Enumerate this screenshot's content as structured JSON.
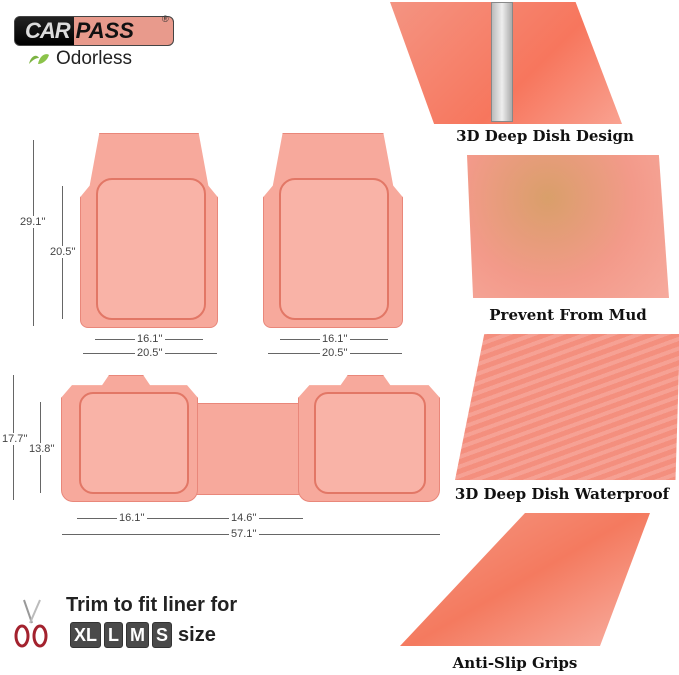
{
  "brand": {
    "logo_left": "CAR",
    "logo_right": "PASS",
    "registered": "®",
    "feature": "Odorless"
  },
  "front_mats": {
    "left": {
      "height_outer": "29.1''",
      "height_inner": "20.5''",
      "width_inner": "16.1''",
      "width_outer": "20.5''"
    },
    "right": {
      "width_inner": "16.1''",
      "width_outer": "20.5''"
    }
  },
  "rear_mat": {
    "height_outer": "17.7''",
    "height_inner": "13.8''",
    "width_pad": "16.1''",
    "width_center": "14.6''",
    "width_total": "57.1''"
  },
  "features": [
    {
      "caption": "3D Deep Dish Design",
      "icon": "tape-measure-icon"
    },
    {
      "caption": "Prevent From Mud"
    },
    {
      "caption": "3D Deep Dish Waterproof"
    },
    {
      "caption": "Anti-Slip Grips"
    }
  ],
  "trim": {
    "title": "Trim to fit liner for",
    "sizes": [
      "XL",
      "L",
      "M",
      "S"
    ],
    "suffix": "size",
    "icon": "scissors-icon"
  },
  "colors": {
    "mat": "#f7a99c",
    "mat_edge": "#e9877a",
    "logo_accent": "#e89a8c"
  }
}
